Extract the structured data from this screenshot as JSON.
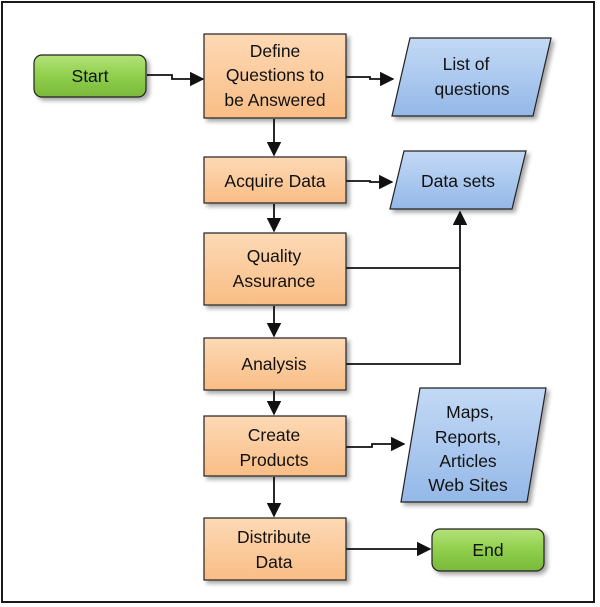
{
  "nodes": {
    "start": {
      "label": "Start"
    },
    "define": {
      "lines": [
        "Define",
        "Questions to",
        "be Answered"
      ]
    },
    "acquire": {
      "label": "Acquire Data"
    },
    "quality": {
      "lines": [
        "Quality",
        "Assurance"
      ]
    },
    "analysis": {
      "label": "Analysis"
    },
    "create": {
      "lines": [
        "Create",
        "Products"
      ]
    },
    "distribute": {
      "lines": [
        "Distribute",
        "Data"
      ]
    },
    "end": {
      "label": "End"
    },
    "list_questions": {
      "lines": [
        "List of",
        "questions"
      ]
    },
    "data_sets": {
      "label": "Data sets"
    },
    "outputs": {
      "lines": [
        "Maps,",
        "Reports,",
        "Articles",
        "Web Sites"
      ]
    }
  },
  "colors": {
    "process_fill": "#fbc99a",
    "terminal_fill": "#92d050",
    "data_fill": "#a7c6ef",
    "stroke": "#222222"
  }
}
